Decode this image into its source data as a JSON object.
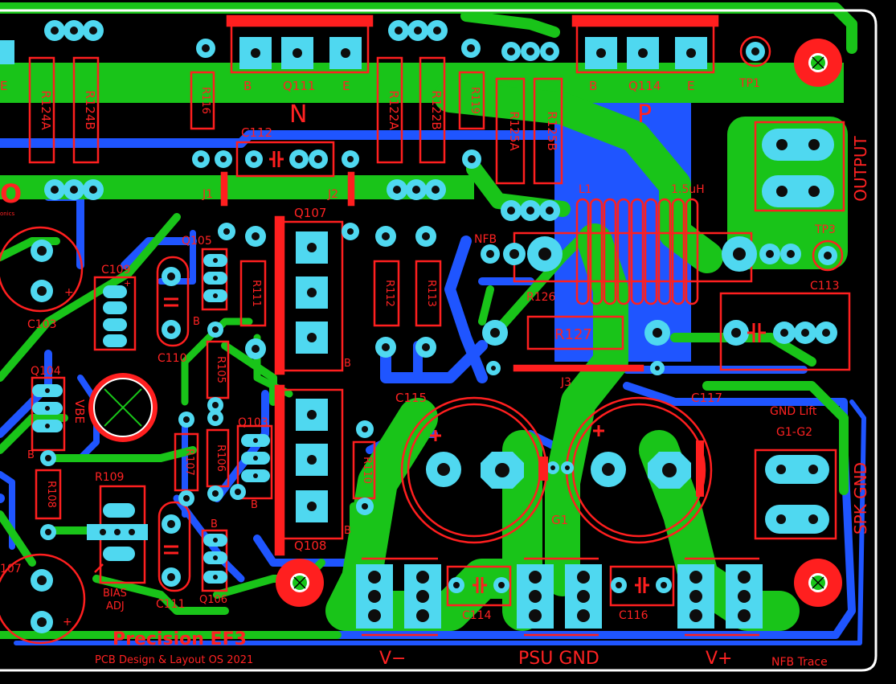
{
  "colors": {
    "background": "#000000",
    "top_copper": "#19c419",
    "bottom_copper": "#1f55ff",
    "silkscreen": "#ff1f1f",
    "pad": "#4fd8f0",
    "board_outline": "#ffffff"
  },
  "labels": {
    "R124A": "R124A",
    "R124B": "R124B",
    "Q111": "Q111",
    "Q111_B": "B",
    "Q111_E": "E",
    "N": "N",
    "R122A": "R122A",
    "R122B": "R122B",
    "R119": "R119",
    "R125A": "R125A",
    "R125B": "R125B",
    "Q114": "Q114",
    "Q114_B": "B",
    "Q114_E": "E",
    "P": "P",
    "TP1": "TP1",
    "TP3": "TP3",
    "R116": "R116",
    "C112": "C112",
    "J1": "J1",
    "J2": "J2",
    "L1": "L1",
    "L1_value": "1.5uH",
    "OUTPUT": "OUTPUT",
    "NFB": "NFB",
    "Q107": "Q107",
    "Q105": "Q105",
    "C109": "C109",
    "C103": "C103",
    "R111": "R111",
    "R112": "R112",
    "R113": "R113",
    "R126": "R126",
    "C113": "C113",
    "C110": "C110",
    "R127": "R127",
    "R105": "R105",
    "Q104": "Q104",
    "VBE": "VBE",
    "J3": "J3",
    "C115": "C115",
    "C117": "C117",
    "GND_Lift": "GND Lift",
    "G1_G2": "G1-G2",
    "SPK_GND": "SPK GND",
    "Q103": "Q103",
    "R107": "R107",
    "R106": "R106",
    "R110": "R110",
    "R108": "R108",
    "R109": "R109",
    "BIAS": "BIAS",
    "ADJ": "ADJ",
    "G1": "G1",
    "C111": "C111",
    "Q106": "Q106",
    "Q108": "Q108",
    "C107_partial": "107",
    "C114": "C114",
    "C116": "C116",
    "Precision_EF3": "Precision EF3",
    "PCB_Design": "PCB Design & Layout OS 2021",
    "V_minus": "V−",
    "PSU_GND": "PSU GND",
    "V_plus": "V+",
    "NFB_Trace": "NFB Trace",
    "B": "B",
    "E": "E",
    "plus": "+",
    "onics": "onics"
  }
}
